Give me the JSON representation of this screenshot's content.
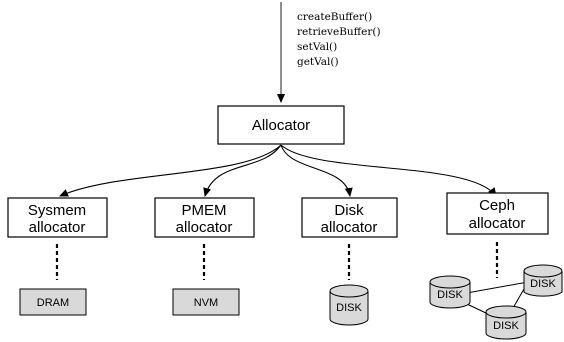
{
  "api_calls": [
    "createBuffer()",
    "retrieveBuffer()",
    "setVal()",
    "getVal()"
  ],
  "top_node": "Allocator",
  "allocators": [
    {
      "line1": "Sysmem",
      "line2": "allocator"
    },
    {
      "line1": "PMEM",
      "line2": "allocator"
    },
    {
      "line1": "Disk",
      "line2": "allocator"
    },
    {
      "line1": "Ceph",
      "line2": "allocator"
    }
  ],
  "storage": {
    "dram": "DRAM",
    "nvm": "NVM",
    "disk": "DISK",
    "ceph_disks": [
      "DISK",
      "DISK",
      "DISK"
    ]
  },
  "colors": {
    "storage_fill": "#d9d9d9",
    "stroke": "#000000",
    "background": "#ffffff"
  }
}
